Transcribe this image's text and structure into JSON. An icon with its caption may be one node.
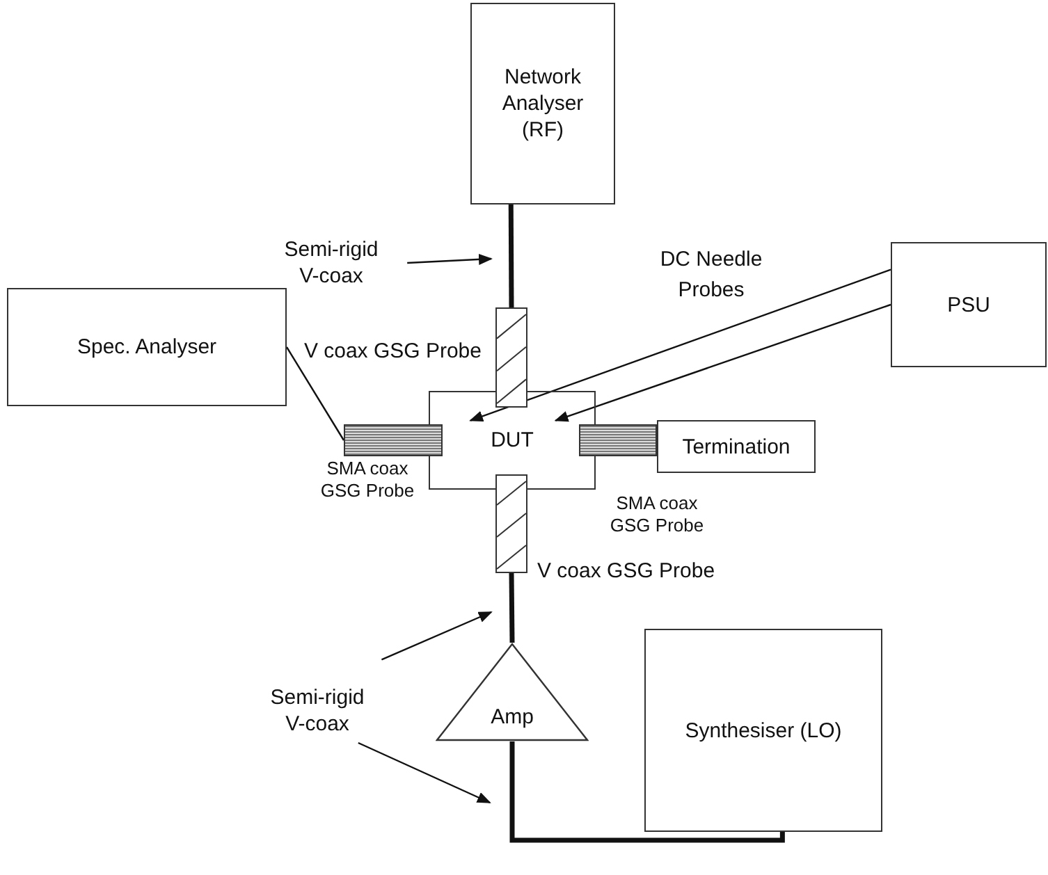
{
  "diagram": {
    "nodes": [
      {
        "text": [
          "Network Analyser (RF)"
        ]
      },
      {
        "text": [
          "Semi-rigid V-coax"
        ]
      },
      {
        "text": [],
        "shape": "bar",
        "beside": [
          "V coax GSG Probe"
        ]
      },
      {
        "text": [
          "PSU"
        ]
      },
      {
        "text": [
          "Spec. Analyser"
        ]
      },
      {
        "text": [],
        "shape": "bar",
        "beside": [
          "SMA coax GSG Probe"
        ]
      },
      {
        "text": [
          "DUT"
        ]
      },
      {
        "text": [],
        "shape": "bar"
      },
      {
        "text": [
          "Termination"
        ]
      },
      {
        "text": [],
        "shape": "bar",
        "beside": [
          "V coax GSG Probe"
        ]
      },
      {
        "text": [
          "Semi-rigid V-coax"
        ]
      },
      {
        "text": [
          "Amp"
        ]
      },
      {
        "text": [
          "Synthesiser (LO)"
        ]
      }
    ],
    "edges": [
      {
        "from": 0,
        "to": 2,
        "arrow": "none",
        "style": "thick"
      },
      {
        "from": 9,
        "to": 11,
        "arrow": "none",
        "style": "thick"
      },
      {
        "from": 11,
        "to": 12,
        "arrow": "none",
        "style": "thick"
      },
      {
        "from": 4,
        "to": 5,
        "arrow": "none"
      },
      {
        "from": 3,
        "to": 6,
        "arrow": "to"
      },
      {
        "from": 3,
        "to": 6,
        "arrow": "to"
      },
      {
        "from": 1,
        "to": null,
        "arrow": "to"
      },
      {
        "from": 10,
        "to": null,
        "arrow": "to"
      },
      {
        "from": 10,
        "to": null,
        "arrow": "to"
      }
    ],
    "labels": [
      "DC Needle Probes",
      "SMA coax GSG Probe"
    ]
  }
}
